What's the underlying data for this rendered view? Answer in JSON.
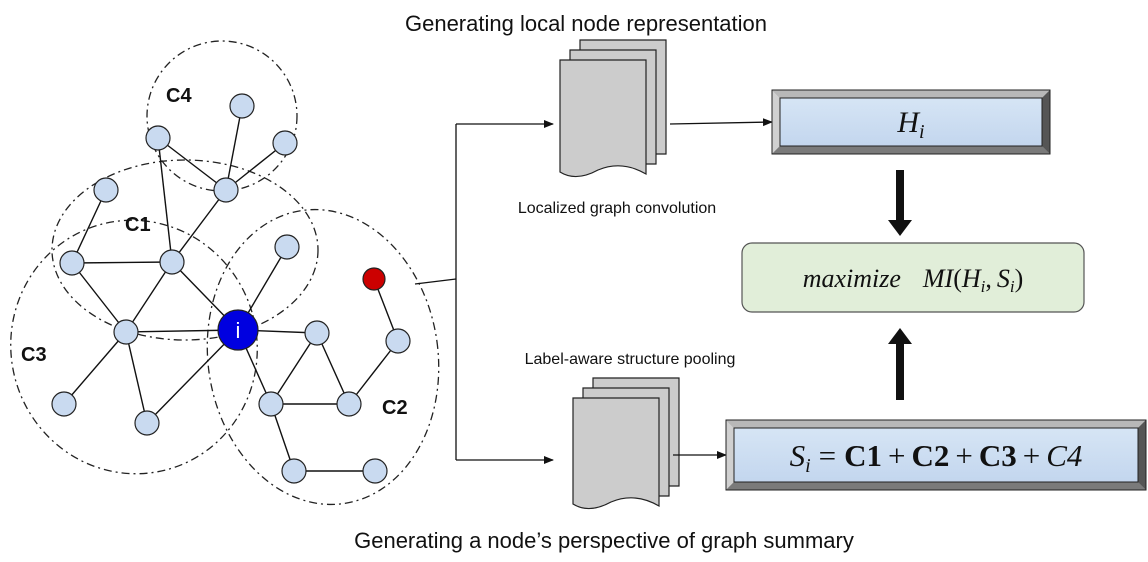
{
  "captions": {
    "top": "Generating local node representation",
    "bottom": "Generating a node’s perspective of graph summary",
    "conv": "Localized graph convolution",
    "pool": "Label-aware structure pooling"
  },
  "clusters": {
    "c1": "C1",
    "c2": "C2",
    "c3": "C3",
    "c4": "C4"
  },
  "center_node": "i",
  "h_box": {
    "var": "H",
    "sub": "i"
  },
  "mi_box": {
    "word": "maximize",
    "func": "MI",
    "open": "(",
    "a": "H",
    "a_sub": "i",
    "comma": ",",
    "b": "S",
    "b_sub": "i",
    "close": ")"
  },
  "s_box": {
    "var": "S",
    "sub": "i",
    "eq": "=",
    "t1": "C1",
    "p1": "+",
    "t2": "C2",
    "p2": "+",
    "t3": "C3",
    "p3": "+",
    "t4": "C4"
  },
  "colors": {
    "node_fill": "#c9daf0",
    "center_node": "#0000e0",
    "red_node": "#cc0000",
    "mi_box": "#e1eed9",
    "box_fill": "#cfe0f3",
    "doc_fill": "#cccccc"
  }
}
